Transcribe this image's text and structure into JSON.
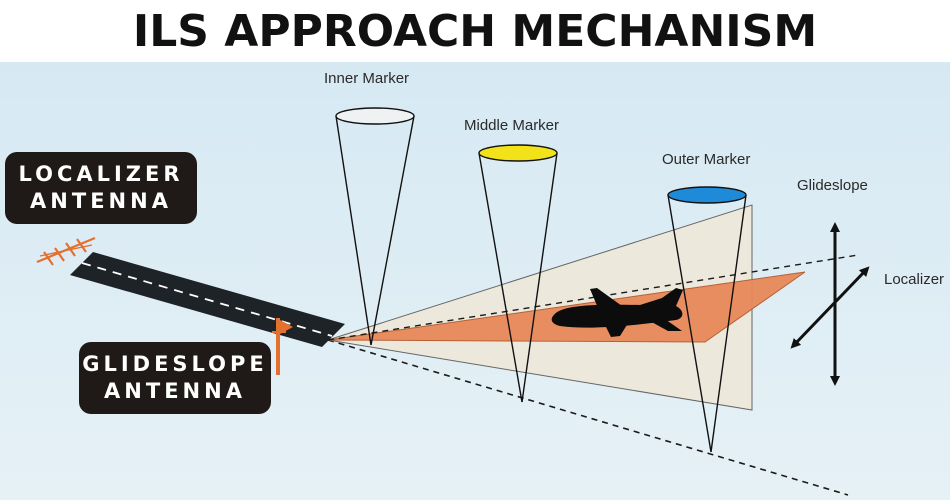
{
  "title": "ILS APPROACH MECHANISM",
  "labels": {
    "inner_marker": "Inner Marker",
    "middle_marker": "Middle Marker",
    "outer_marker": "Outer Marker",
    "glideslope": "Glideslope",
    "localizer": "Localizer",
    "localizer_antenna_line1": "LOCALIZER",
    "localizer_antenna_line2": "ANTENNA",
    "glideslope_antenna_line1": "GLIDESLOPE",
    "glideslope_antenna_line2": "ANTENNA"
  },
  "colors": {
    "sky": "#dcecf4",
    "runway": "#1e2328",
    "localizer_beam": "#e8895a",
    "glideslope_beam": "#ede8dc",
    "inner_marker_top": "#eef2f2",
    "middle_marker_top": "#f2e21a",
    "outer_marker_top": "#1f8ad8",
    "antenna": "#e3702e",
    "label_bg": "#1f1a17"
  },
  "icons": {
    "aircraft": "airplane-silhouette-icon",
    "localizer_antenna": "antenna-array-icon",
    "glideslope_antenna": "flag-antenna-icon",
    "vertical_arrow": "double-arrow-vertical-icon",
    "diagonal_arrow": "double-arrow-diagonal-icon"
  }
}
